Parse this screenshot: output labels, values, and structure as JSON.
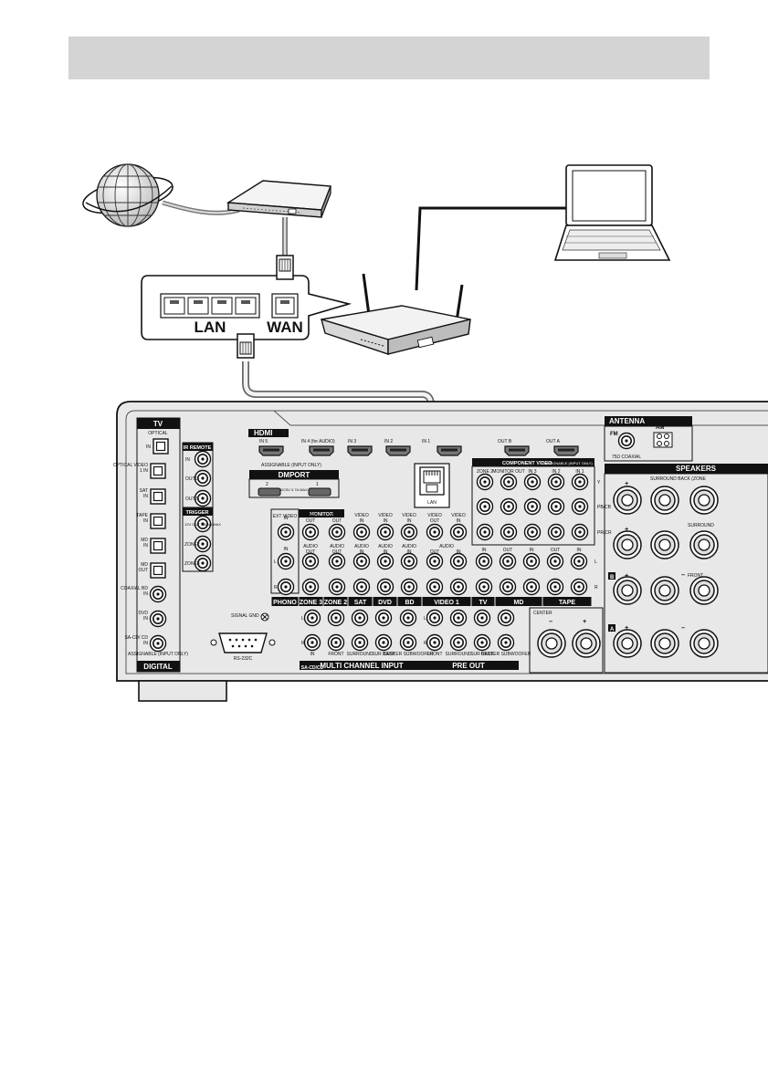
{
  "router": {
    "lan_label": "LAN",
    "wan_label": "WAN"
  },
  "receiver": {
    "tv_label": "TV",
    "optical_label": "OPTICAL",
    "in_label": "IN",
    "digital_inputs": [
      "OPTICAL VIDEO 1 IN",
      "SAT IN",
      "TAPE IN",
      "MD IN",
      "MD OUT",
      "COAXIAL BD IN",
      "DVD IN",
      "SA-CD/ CD IN"
    ],
    "assignable_label": "ASSIGNABLE (INPUT ONLY)",
    "digital_label": "DIGITAL",
    "ir_remote_label": "IR REMOTE",
    "ir_ports": [
      "IN",
      "OUT1",
      "OUT2"
    ],
    "trigger_label": "TRIGGER",
    "trigger_ports": [
      "12V OUT 150mA MAX",
      "ZONE2",
      "ZONE3"
    ],
    "rs232c_label": "RS-232C",
    "hdmi_label": "HDMI",
    "hdmi_inputs": [
      "IN 5",
      "IN 4 (for AUDIO)",
      "IN 3",
      "IN 2",
      "IN 1"
    ],
    "hdmi_assignable": "ASSIGNABLE (INPUT ONLY)",
    "hdmi_outputs": [
      "OUT B",
      "OUT A"
    ],
    "dmport_label": "DMPORT",
    "dmport_ports": [
      "2",
      "1"
    ],
    "dmport_spec": "DC5V 0.7A MAX",
    "lan_port_label": "LAN",
    "antenna_label": "ANTENNA",
    "fm_label": "FM",
    "fm_coaxial": "75Ω COAXIAL",
    "am_label": "AM",
    "component_video_label": "COMPONENT VIDEO",
    "component_assignable": "ASSIGNABLE (INPUT ONLY)",
    "component_cols": [
      "ZONE 2 OUT",
      "MONITOR OUT",
      "IN 3",
      "IN 2",
      "IN 1"
    ],
    "component_rows": [
      "Y",
      "PB/CB",
      "PR/CR"
    ],
    "ext_video_label": "EXT VIDEO",
    "monitor_label": "MONITOR",
    "video_out_label": "VIDEO OUT",
    "video_in_label": "VIDEO IN",
    "audio_out_label": "AUDIO OUT",
    "audio_in_label": "AUDIO IN",
    "audio_label": "AUDIO",
    "out_label": "OUT",
    "l_label": "L",
    "r_label": "R",
    "signal_gnd_label": "SIGNAL GND",
    "section_labels": [
      "PHONO",
      "ZONE 3",
      "ZONE 2",
      "SAT",
      "DVD",
      "BD",
      "VIDEO 1",
      "TV",
      "MD",
      "TAPE"
    ],
    "multi_labels": [
      "IN",
      "FRONT",
      "SURROUND",
      "SUR BACK",
      "CENTER SUBWOOFER"
    ],
    "sacd_label": "SA-CD/CD",
    "multi_channel_label": "MULTI CHANNEL INPUT",
    "preout_labels": [
      "FRONT",
      "SURROUND",
      "SUR BACK",
      "CENTER SUBWOOFER"
    ],
    "pre_out_label": "PRE OUT",
    "speakers_label": "SPEAKERS",
    "surround_back_label": "SURROUND BACK (ZONE",
    "surround_label": "SURROUND",
    "front_label": "FRONT",
    "center_label": "CENTER",
    "plus": "+",
    "minus": "–",
    "b_label": "B",
    "a_label": "A"
  },
  "colors": {
    "header_bar": "#d4d4d4",
    "panel": "#e8e8e8",
    "dark": "#1a1a1a"
  }
}
